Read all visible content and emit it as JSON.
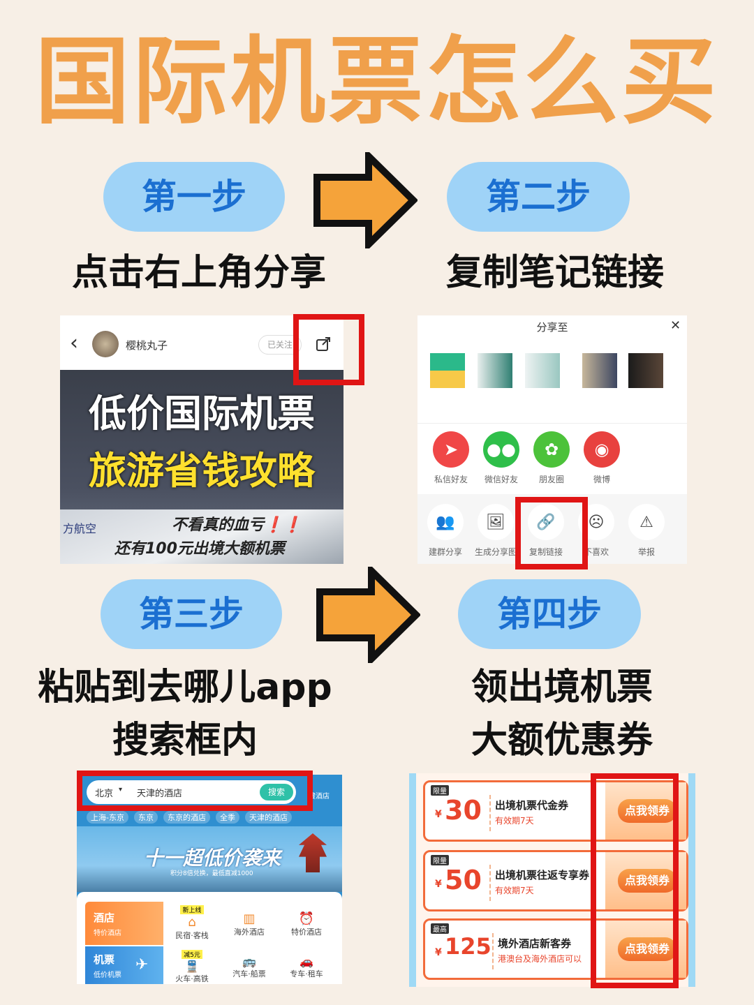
{
  "title": "国际机票怎么买",
  "colors": {
    "title": "#f0a04b",
    "pill_bg": "#9fd3f7",
    "pill_text": "#1b6fd1",
    "highlight": "#e01515",
    "arrow": "#f5a33a"
  },
  "steps": [
    {
      "label": "第一步",
      "text": "点击右上角分享"
    },
    {
      "label": "第二步",
      "text": "复制笔记链接"
    },
    {
      "label": "第三步",
      "text_line1": "粘贴到去哪儿app",
      "text_line2": "搜索框内"
    },
    {
      "label": "第四步",
      "text_line1": "领出境机票",
      "text_line2": "大额优惠券"
    }
  ],
  "shot1": {
    "username": "樱桃丸子",
    "follow": "已关注",
    "icons": {
      "back": "back-icon",
      "share": "share-icon"
    },
    "headline1": "低价国际机票",
    "headline2": "旅游省钱攻略",
    "sub1": "不看真的血亏❗❗",
    "sub2": "还有100元出境大额机票",
    "plane_text": "方航空"
  },
  "shot2": {
    "title": "分享至",
    "row1": [
      {
        "label": "私信好友",
        "icon": "send-icon",
        "color": "#f04747"
      },
      {
        "label": "微信好友",
        "icon": "wechat-icon",
        "color": "#2fbf4a"
      },
      {
        "label": "朋友圈",
        "icon": "moments-icon",
        "color": "#4cc23a"
      },
      {
        "label": "微博",
        "icon": "weibo-icon",
        "color": "#e8413e"
      }
    ],
    "row2": [
      {
        "label": "建群分享",
        "icon": "group-icon"
      },
      {
        "label": "生成分享图",
        "icon": "image-icon"
      },
      {
        "label": "复制链接",
        "icon": "link-icon"
      },
      {
        "label": "不喜欢",
        "icon": "dislike-icon"
      },
      {
        "label": "举报",
        "icon": "warning-icon"
      }
    ]
  },
  "shot3": {
    "city": "北京",
    "query": "天津的酒店",
    "search_btn": "搜索",
    "corner_label": "搜酒店",
    "tags": [
      "上海-东京",
      "东京",
      "东京的酒店",
      "全季",
      "天津的酒店"
    ],
    "banner_text": "十一超低价袭来",
    "banner_sub": "积分8倍兑换，最低直减1000",
    "grid": [
      {
        "label": "酒店",
        "sub": "特价酒店"
      },
      {
        "label": "民宿·客栈",
        "badge": "新上线"
      },
      {
        "label": "海外酒店"
      },
      {
        "label": "特价酒店"
      },
      {
        "label": "机票",
        "sub": "低价机票"
      },
      {
        "label": "火车·高铁",
        "badge": "减5元"
      },
      {
        "label": "汽车·船票"
      },
      {
        "label": "专车·租车"
      }
    ]
  },
  "shot4": {
    "coupons": [
      {
        "tag": "限量",
        "currency": "¥",
        "amount": "30",
        "title": "出境机票代金券",
        "desc": "有效期7天",
        "button": "点我领券"
      },
      {
        "tag": "限量",
        "currency": "¥",
        "amount": "50",
        "title": "出境机票往返专享券",
        "desc": "有效期7天",
        "button": "点我领券"
      },
      {
        "tag": "最高",
        "currency": "¥",
        "amount": "125",
        "title": "境外酒店新客券",
        "desc": "港澳台及海外酒店可以",
        "button": "点我领券"
      }
    ]
  }
}
